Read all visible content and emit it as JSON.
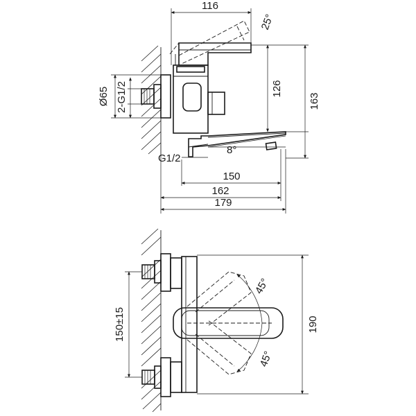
{
  "side_view": {
    "dimensions": {
      "top_width": "116",
      "handle_angle": "25°",
      "body_height": "126",
      "total_height": "163",
      "spout_angle": "8°",
      "spout_length": "150",
      "length_162": "162",
      "overall_length": "179"
    },
    "labels": {
      "flange_diameter": "Ø65",
      "inlet_thread": "2-G1/2",
      "outlet_thread": "G1/2"
    }
  },
  "front_view": {
    "dimensions": {
      "center_distance": "150±15",
      "height": "190",
      "rotate_up": "45°",
      "rotate_down": "45°"
    }
  }
}
